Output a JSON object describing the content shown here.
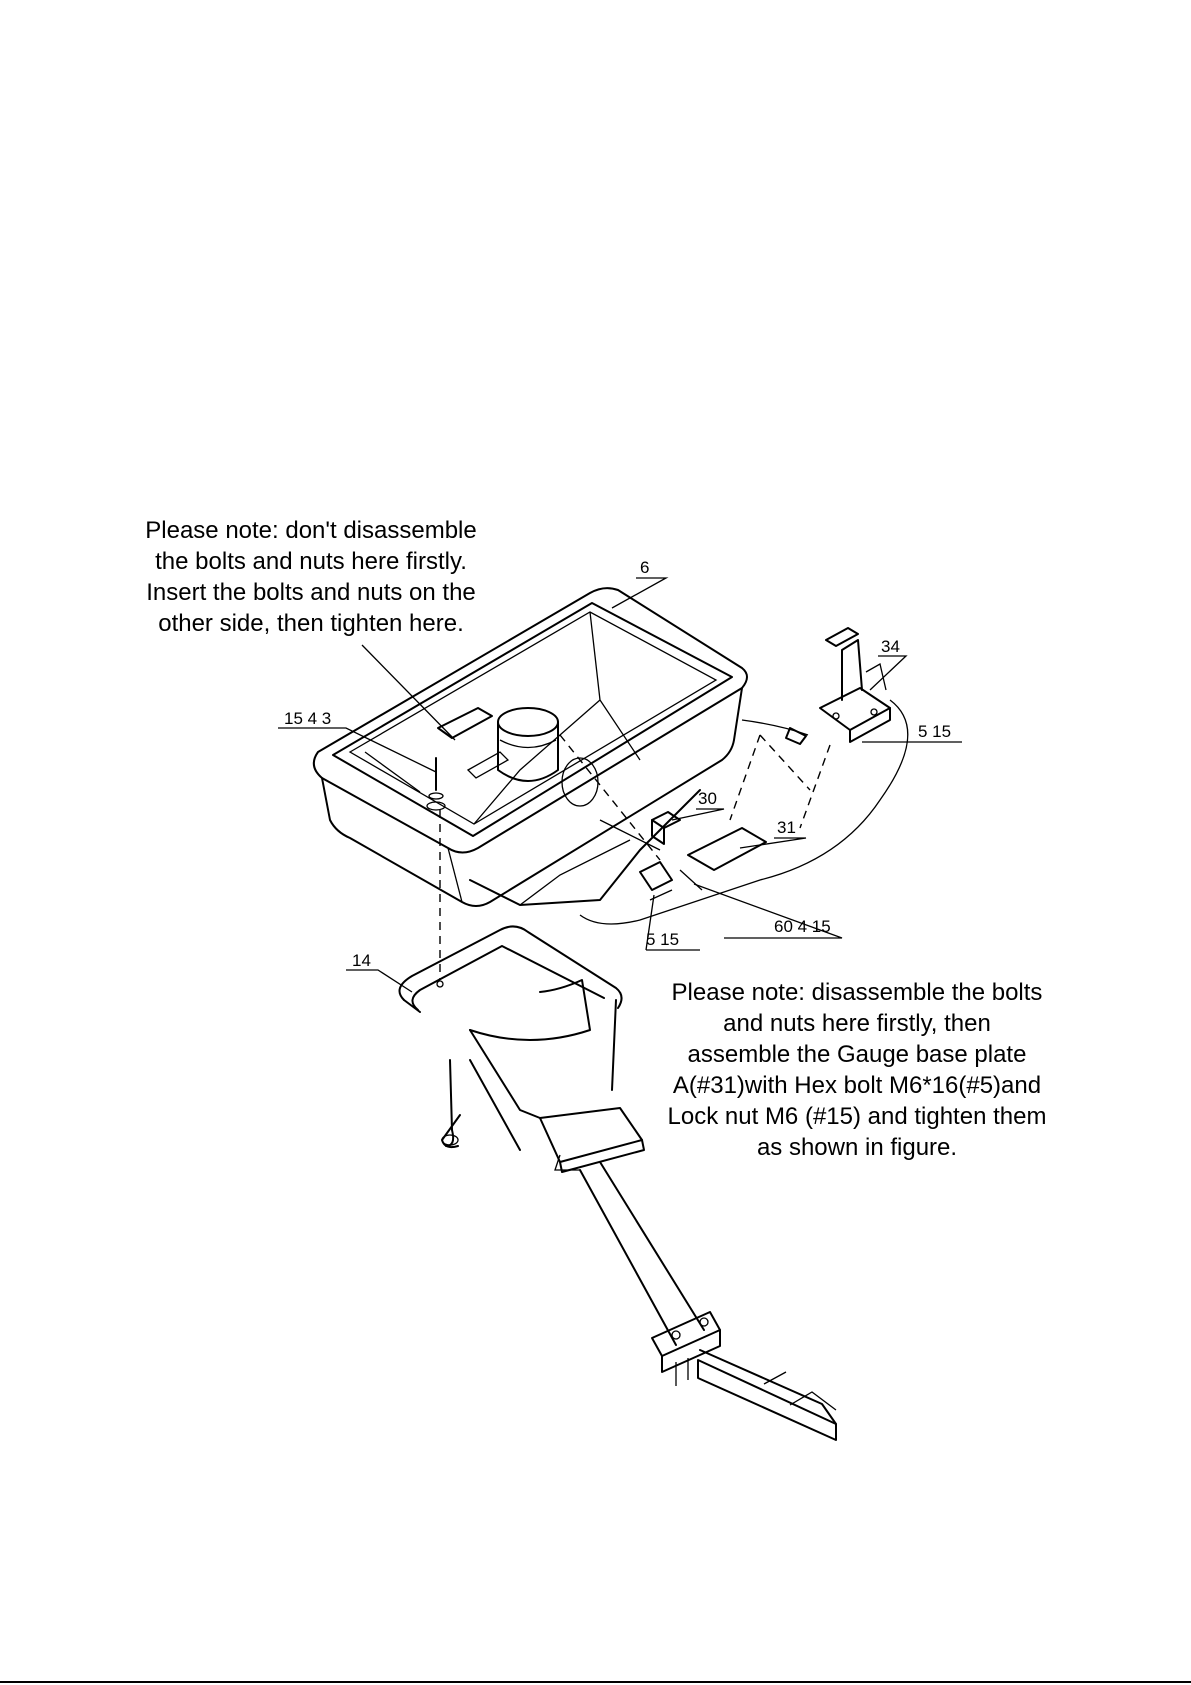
{
  "notes": {
    "top": [
      "Please note: don't disassemble",
      "the bolts and nuts here firstly.",
      "Insert the bolts and nuts on the",
      "other side, then tighten here."
    ],
    "bottom": [
      "Please note: disassemble the bolts",
      "and nuts here firstly, then",
      "assemble the Gauge base plate",
      "A(#31)with Hex bolt M6*16(#5)and",
      "Lock nut M6 (#15) and tighten them",
      "as shown in figure."
    ]
  },
  "callouts": {
    "hopper": "6",
    "gauge": "34",
    "gauge_hardware": "5 15",
    "bolts_left": "15 4  3",
    "part_30": "30",
    "part_31": "31",
    "hardware_60": "60 4  15",
    "hardware_5": "5 15",
    "frame": "14"
  },
  "icons": {
    "drawing": "spreader-assembly-drawing"
  }
}
